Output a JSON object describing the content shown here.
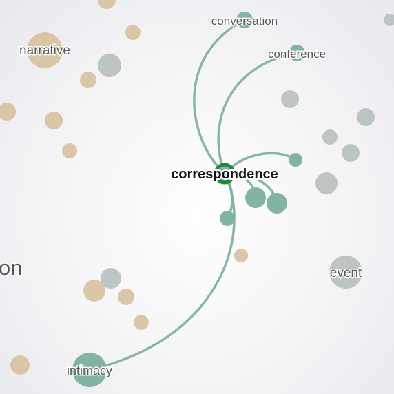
{
  "colors": {
    "edge": "#7fb2a1",
    "connected": "#83b3a2",
    "tan": "#d8c29f",
    "gray": "#b8c0bf",
    "focus_ring": "#1f8a3a",
    "focus_label": "#111111",
    "label": "#555555"
  },
  "focus": {
    "label": "correspondence"
  },
  "labels": {
    "conversation": "conversation",
    "conference": "conference",
    "narrative": "narrative",
    "intimacy": "intimacy",
    "event": "event",
    "partial": "on"
  }
}
